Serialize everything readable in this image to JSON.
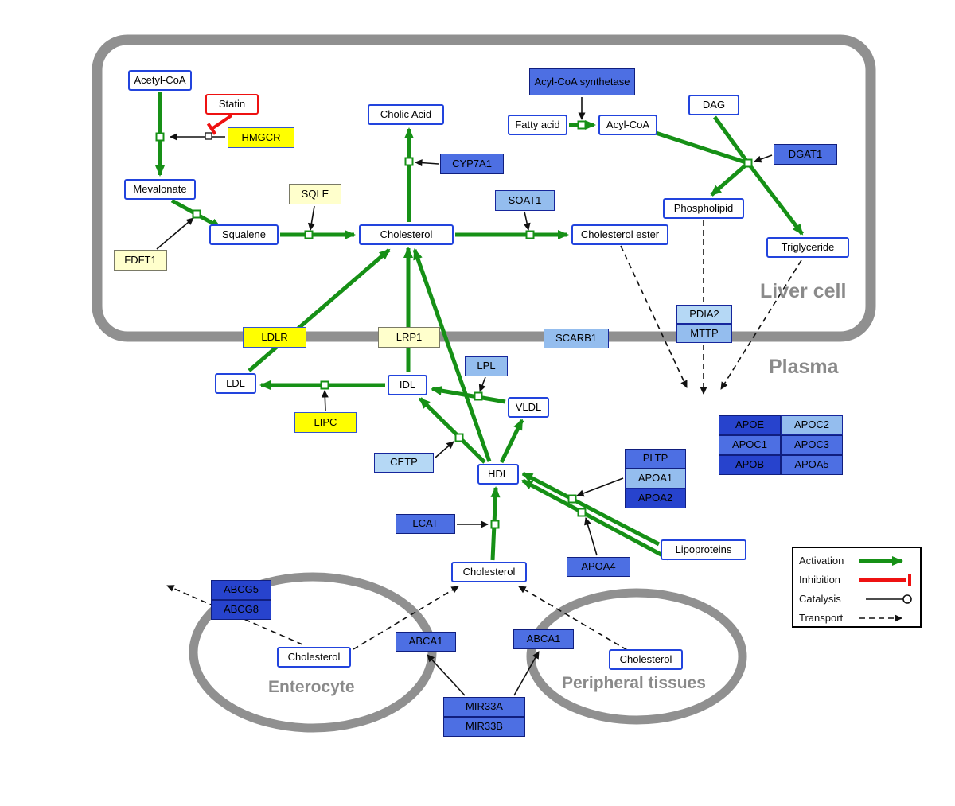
{
  "regions": {
    "liver_cell": "Liver cell",
    "plasma": "Plasma",
    "enterocyte": "Enterocyte",
    "peripheral_tissues": "Peripheral tissues"
  },
  "nodes": {
    "acetyl_coa": "Acetyl-CoA",
    "statin": "Statin",
    "hmgcr": "HMGCR",
    "mevalonate": "Mevalonate",
    "fdft1": "FDFT1",
    "squalene": "Squalene",
    "sqle": "SQLE",
    "cholesterol_liver": "Cholesterol",
    "cholic_acid": "Cholic Acid",
    "cyp7a1": "CYP7A1",
    "soat1": "SOAT1",
    "cholesterol_ester": "Cholesterol ester",
    "acyl_coa_synthetase": "Acyl-CoA synthetase",
    "fatty_acid": "Fatty acid",
    "acyl_coa": "Acyl-CoA",
    "dag": "DAG",
    "dgat1": "DGAT1",
    "phospholipid": "Phospholipid",
    "triglyceride": "Triglyceride",
    "pdia2": "PDIA2",
    "mttp": "MTTP",
    "ldlr": "LDLR",
    "lrp1": "LRP1",
    "scarb1": "SCARB1",
    "ldl": "LDL",
    "idl": "IDL",
    "lpl": "LPL",
    "vldl": "VLDL",
    "lipc": "LIPC",
    "cetp": "CETP",
    "hdl": "HDL",
    "pltp": "PLTP",
    "apoa1": "APOA1",
    "apoa2": "APOA2",
    "lcat": "LCAT",
    "apoa4": "APOA4",
    "lipoproteins": "Lipoproteins",
    "apoe": "APOE",
    "apoc2": "APOC2",
    "apoc1": "APOC1",
    "apoc3": "APOC3",
    "apob": "APOB",
    "apoa5": "APOA5",
    "cholesterol_center": "Cholesterol",
    "abcg5": "ABCG5",
    "abcg8": "ABCG8",
    "cholesterol_enterocyte": "Cholesterol",
    "abca1_left": "ABCA1",
    "abca1_right": "ABCA1",
    "cholesterol_peripheral": "Cholesterol",
    "mir33a": "MIR33A",
    "mir33b": "MIR33B"
  },
  "legend": {
    "activation": "Activation",
    "inhibition": "Inhibition",
    "catalysis": "Catalysis",
    "transport": "Transport"
  },
  "colors": {
    "activation_green": "#169016",
    "inhibition_red": "#ee1111",
    "membrane_gray": "#909090",
    "metabolite_border_blue": "#2244dd",
    "gene_yellow_bright": "#ffff00",
    "gene_yellow_pale": "#ffffcc",
    "gene_blue_light": "#b5d8f5",
    "gene_blue_mid": "#4d6fe3",
    "gene_blue_dark": "#2743cd"
  }
}
